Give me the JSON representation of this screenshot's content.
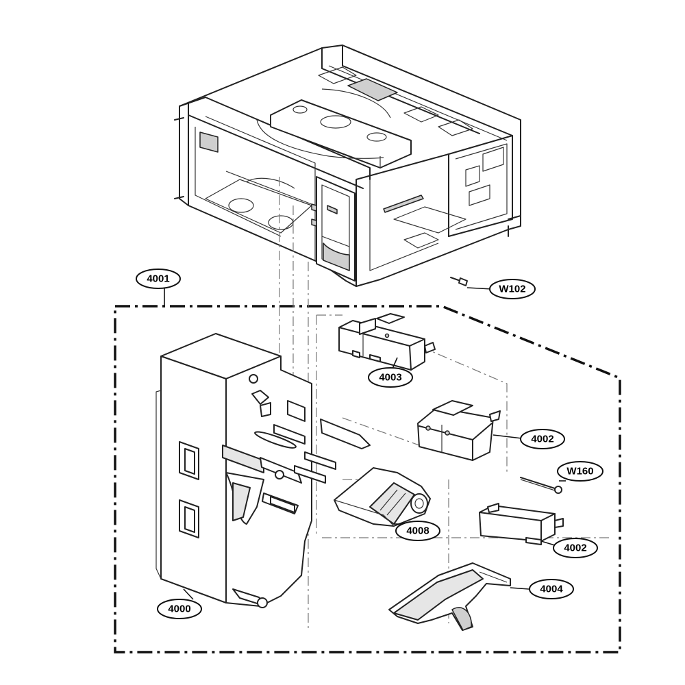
{
  "callouts": {
    "c4001": "4001",
    "cW102": "W102",
    "c4003": "4003",
    "c4002a": "4002",
    "cW160": "W160",
    "c4008": "4008",
    "c4002b": "4002",
    "c4004": "4004",
    "c4000": "4000"
  }
}
